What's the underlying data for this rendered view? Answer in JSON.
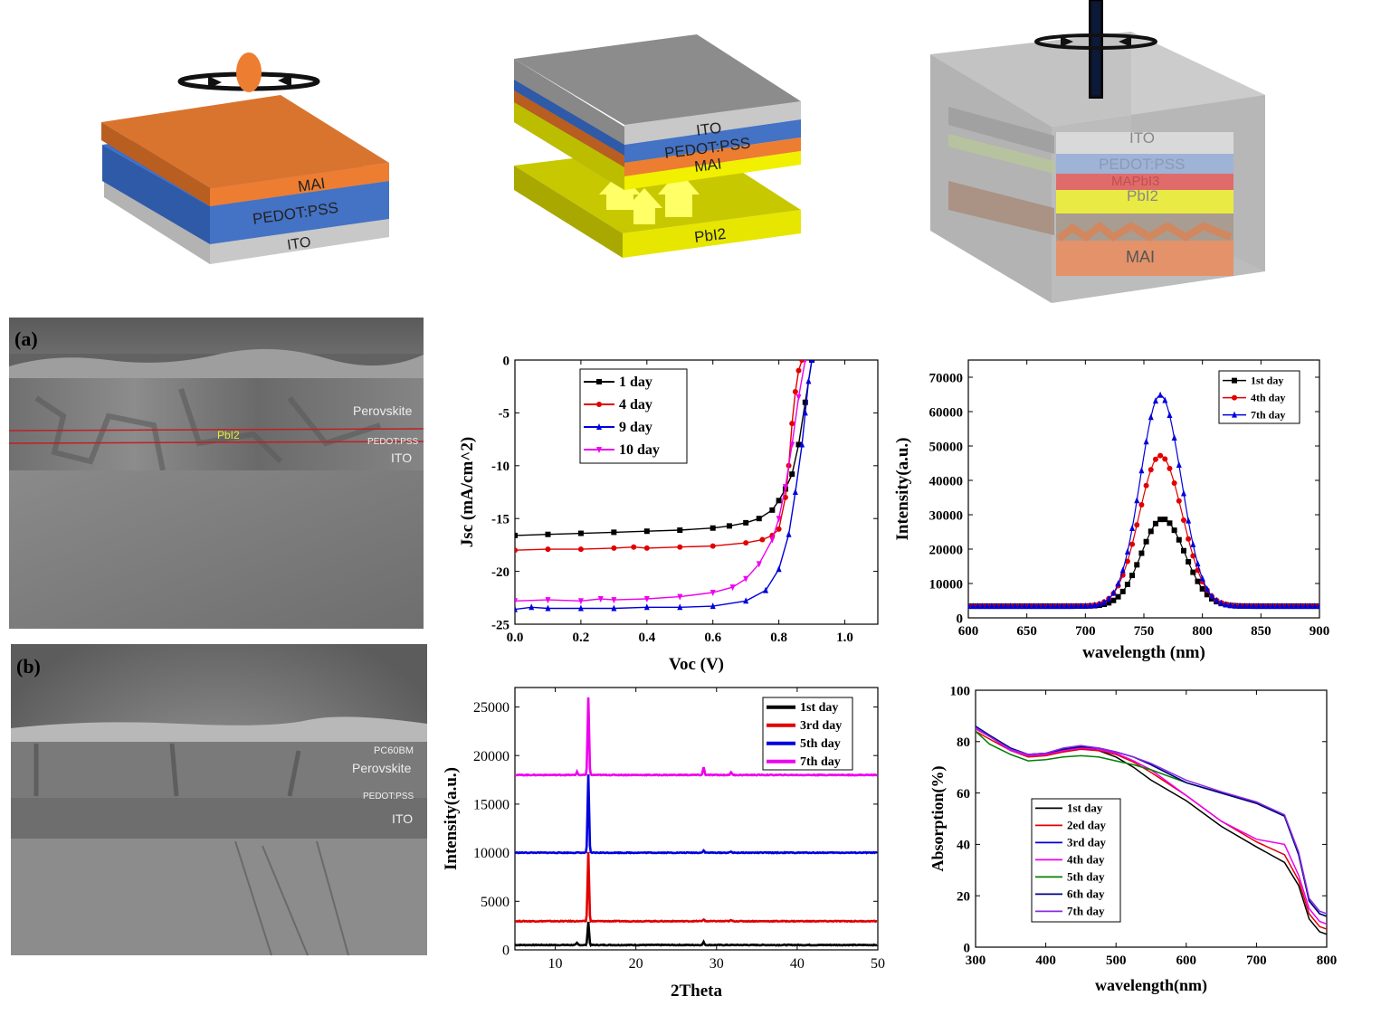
{
  "schematics": [
    {
      "layers": [
        "MAI",
        "PEDOT:PSS",
        "ITO"
      ]
    },
    {
      "layers": [
        "ITO",
        "PEDOT:PSS",
        "MAI",
        "PbI2"
      ]
    },
    {
      "layers": [
        "ITO",
        "PEDOT:PSS",
        "MAPbI3",
        "PbI2",
        "MAI"
      ]
    }
  ],
  "sem": [
    {
      "panel": "(a)",
      "labels": [
        "Perovskite",
        "PbI2",
        "PEDOT:PSS",
        "ITO"
      ]
    },
    {
      "panel": "(b)",
      "labels": [
        "PC60BM",
        "Perovskite",
        "PEDOT:PSS",
        "ITO"
      ]
    }
  ],
  "colors": {
    "black": "#000000",
    "red": "#e00000",
    "blue": "#0000dd",
    "magenta": "#ee00ee",
    "green": "#008000",
    "navy": "#000080",
    "purple": "#8a2be2"
  },
  "chart_data": [
    {
      "id": "jv",
      "type": "line",
      "xlabel": "Voc (V)",
      "ylabel": "Jsc (mA/cm^2)",
      "xlim": [
        0,
        1.1
      ],
      "ylim": [
        -25,
        0
      ],
      "xticks": [
        0.0,
        0.2,
        0.4,
        0.6,
        0.8,
        1.0
      ],
      "xtick_labels": [
        "0.0",
        "0.2",
        "0.4",
        "0.6",
        "0.8",
        "1.0"
      ],
      "yticks": [
        -25,
        -20,
        -15,
        -10,
        -5,
        0
      ],
      "ytick_labels": [
        "-25",
        "-20",
        "-15",
        "-10",
        "-5",
        "0"
      ],
      "legend_position": "top-left",
      "series": [
        {
          "name": "1 day",
          "color": "#000000",
          "marker": "square",
          "x": [
            0,
            0.1,
            0.2,
            0.3,
            0.4,
            0.5,
            0.6,
            0.65,
            0.7,
            0.74,
            0.78,
            0.8,
            0.82,
            0.84,
            0.86,
            0.88,
            0.9
          ],
          "y": [
            -16.6,
            -16.5,
            -16.4,
            -16.3,
            -16.2,
            -16.1,
            -15.9,
            -15.7,
            -15.4,
            -15.0,
            -14.2,
            -13.3,
            -12.2,
            -10.8,
            -8.0,
            -4.0,
            0
          ]
        },
        {
          "name": "4 day",
          "color": "#e00000",
          "marker": "circle",
          "x": [
            0,
            0.1,
            0.2,
            0.3,
            0.36,
            0.4,
            0.5,
            0.6,
            0.7,
            0.75,
            0.78,
            0.8,
            0.82,
            0.83,
            0.84,
            0.85,
            0.86,
            0.87
          ],
          "y": [
            -18.0,
            -17.9,
            -17.9,
            -17.8,
            -17.7,
            -17.8,
            -17.7,
            -17.6,
            -17.3,
            -17.0,
            -16.6,
            -16.0,
            -13.0,
            -10.0,
            -6.0,
            -3.0,
            -1.0,
            0
          ]
        },
        {
          "name": "9 day",
          "color": "#0000dd",
          "marker": "triangle-up",
          "x": [
            0,
            0.05,
            0.1,
            0.2,
            0.3,
            0.4,
            0.5,
            0.6,
            0.7,
            0.76,
            0.8,
            0.83,
            0.85,
            0.87,
            0.88,
            0.89,
            0.9
          ],
          "y": [
            -23.6,
            -23.4,
            -23.5,
            -23.5,
            -23.5,
            -23.4,
            -23.4,
            -23.3,
            -22.8,
            -21.8,
            -19.8,
            -16.5,
            -12.5,
            -8.0,
            -5.0,
            -2.0,
            0
          ]
        },
        {
          "name": "10 day",
          "color": "#ee00ee",
          "marker": "triangle-down",
          "x": [
            0,
            0.1,
            0.2,
            0.26,
            0.3,
            0.4,
            0.5,
            0.6,
            0.66,
            0.7,
            0.74,
            0.78,
            0.8,
            0.82,
            0.84,
            0.86,
            0.88
          ],
          "y": [
            -22.8,
            -22.7,
            -22.8,
            -22.6,
            -22.7,
            -22.6,
            -22.4,
            -22.0,
            -21.5,
            -20.7,
            -19.3,
            -17.0,
            -15.0,
            -12.0,
            -8.0,
            -3.5,
            0
          ]
        }
      ]
    },
    {
      "id": "pl",
      "type": "line",
      "xlabel": "wavelength (nm)",
      "ylabel": "Intensity(a.u.)",
      "xlim": [
        600,
        900
      ],
      "ylim": [
        0,
        75000
      ],
      "xticks": [
        600,
        650,
        700,
        750,
        800,
        850,
        900
      ],
      "xtick_labels": [
        "600",
        "650",
        "700",
        "750",
        "800",
        "850",
        "900"
      ],
      "yticks": [
        0,
        10000,
        20000,
        30000,
        40000,
        50000,
        60000,
        70000
      ],
      "ytick_labels": [
        "0",
        "10000",
        "20000",
        "30000",
        "40000",
        "50000",
        "60000",
        "70000"
      ],
      "legend_position": "top-right",
      "series": [
        {
          "name": "1st day",
          "color": "#000000",
          "marker": "square",
          "peak": 28800,
          "center": 766,
          "width": 18,
          "base": 3400
        },
        {
          "name": "4th day",
          "color": "#e00000",
          "marker": "circle",
          "peak": 47200,
          "center": 764,
          "width": 18,
          "base": 3400
        },
        {
          "name": "7th day",
          "color": "#0000dd",
          "marker": "triangle-up",
          "peak": 64800,
          "center": 764,
          "width": 17,
          "base": 3400
        }
      ]
    },
    {
      "id": "xrd",
      "type": "line",
      "xlabel": "2Theta",
      "ylabel": "Intensity(a.u.)",
      "xlim": [
        5,
        50
      ],
      "ylim": [
        0,
        27000
      ],
      "xticks": [
        10,
        20,
        30,
        40,
        50
      ],
      "xtick_labels": [
        "10",
        "20",
        "30",
        "40",
        "50"
      ],
      "yticks": [
        0,
        5000,
        10000,
        15000,
        20000,
        25000
      ],
      "ytick_labels": [
        "0",
        "5000",
        "10000",
        "15000",
        "20000",
        "25000"
      ],
      "legend_position": "top-right",
      "series": [
        {
          "name": "1st day",
          "color": "#000000",
          "base": 500,
          "peaks": [
            [
              14.1,
              2400
            ],
            [
              12.7,
              200
            ],
            [
              28.4,
              300
            ]
          ]
        },
        {
          "name": "3rd day",
          "color": "#e00000",
          "base": 2950,
          "peaks": [
            [
              14.1,
              7100
            ],
            [
              28.4,
              200
            ],
            [
              31.8,
              100
            ]
          ]
        },
        {
          "name": "5th day",
          "color": "#0000dd",
          "base": 10000,
          "peaks": [
            [
              14.1,
              8000
            ],
            [
              28.4,
              250
            ],
            [
              31.8,
              120
            ]
          ]
        },
        {
          "name": "7th day",
          "color": "#ee00ee",
          "base": 18000,
          "peaks": [
            [
              14.1,
              8000
            ],
            [
              12.7,
              300
            ],
            [
              28.4,
              800
            ],
            [
              31.8,
              300
            ]
          ]
        }
      ]
    },
    {
      "id": "abs",
      "type": "line",
      "xlabel": "wavelength(nm)",
      "ylabel": "Absorption(%)",
      "xlim": [
        300,
        800
      ],
      "ylim": [
        0,
        100
      ],
      "xticks": [
        300,
        400,
        500,
        600,
        700,
        800
      ],
      "xtick_labels": [
        "300",
        "400",
        "500",
        "600",
        "700",
        "800"
      ],
      "yticks": [
        0,
        20,
        40,
        60,
        80,
        100
      ],
      "ytick_labels": [
        "0",
        "20",
        "40",
        "60",
        "80",
        "100"
      ],
      "legend_position": "bottom-left",
      "series": [
        {
          "name": "1st day",
          "color": "#000000",
          "x": [
            300,
            320,
            350,
            375,
            400,
            425,
            450,
            475,
            500,
            525,
            550,
            600,
            650,
            700,
            740,
            760,
            775,
            790,
            800
          ],
          "y": [
            85,
            82,
            77,
            74.5,
            75,
            76.5,
            77.5,
            76.5,
            74,
            70,
            65,
            57,
            47,
            39,
            33,
            24,
            11,
            6,
            5
          ]
        },
        {
          "name": "2ed day",
          "color": "#e00000",
          "x": [
            300,
            320,
            350,
            375,
            400,
            425,
            450,
            475,
            500,
            525,
            550,
            600,
            650,
            700,
            740,
            760,
            775,
            790,
            800
          ],
          "y": [
            84,
            81,
            76.5,
            74,
            74.5,
            76,
            77,
            76.5,
            75,
            72,
            68,
            59,
            49,
            41,
            36,
            26,
            13,
            8,
            7
          ]
        },
        {
          "name": "3rd day",
          "color": "#0000dd",
          "x": [
            300,
            320,
            350,
            375,
            400,
            425,
            450,
            475,
            500,
            525,
            550,
            600,
            650,
            700,
            740,
            760,
            775,
            790,
            800
          ],
          "y": [
            85.5,
            82,
            77,
            75,
            75.5,
            77,
            78,
            77.5,
            76,
            74,
            71,
            64,
            60,
            56,
            51,
            36,
            18,
            13,
            12
          ]
        },
        {
          "name": "4th day",
          "color": "#ee00ee",
          "x": [
            300,
            320,
            350,
            375,
            400,
            425,
            450,
            475,
            500,
            525,
            550,
            600,
            650,
            700,
            740,
            760,
            775,
            790,
            800
          ],
          "y": [
            85,
            82,
            76.5,
            74.5,
            75,
            76.5,
            77.5,
            77,
            75.5,
            72.5,
            69,
            59,
            49,
            42,
            40,
            28,
            15,
            10,
            9
          ]
        },
        {
          "name": "5th day",
          "color": "#008000",
          "x": [
            300,
            320,
            350,
            375,
            400,
            425,
            450,
            475,
            500,
            525,
            550,
            600,
            650,
            700,
            740,
            760,
            775,
            790,
            800
          ],
          "y": [
            84,
            79,
            75,
            72.5,
            73,
            74,
            74.5,
            74,
            72.5,
            71,
            69,
            64,
            60,
            56,
            51,
            36,
            18,
            13,
            12
          ]
        },
        {
          "name": "6th day",
          "color": "#000080",
          "x": [
            300,
            320,
            350,
            375,
            400,
            425,
            450,
            475,
            500,
            525,
            550,
            600,
            650,
            700,
            740,
            760,
            775,
            790,
            800
          ],
          "y": [
            86,
            82.5,
            77.5,
            75,
            75.5,
            77,
            78,
            77.5,
            76,
            74,
            71,
            64,
            60,
            56,
            51,
            36,
            18,
            13,
            12
          ]
        },
        {
          "name": "7th day",
          "color": "#8a2be2",
          "x": [
            300,
            320,
            350,
            375,
            400,
            425,
            450,
            475,
            500,
            525,
            550,
            600,
            650,
            700,
            740,
            760,
            775,
            790,
            800
          ],
          "y": [
            85.5,
            82,
            77,
            75,
            75.5,
            77.5,
            78.5,
            77.5,
            76,
            74,
            71.5,
            65,
            60.5,
            56.5,
            51.5,
            37,
            19,
            14,
            13
          ]
        }
      ]
    }
  ]
}
